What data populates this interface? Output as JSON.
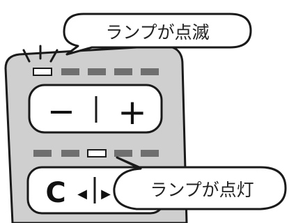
{
  "callouts": {
    "blinking": "ランプが点滅",
    "lit": "ランプが点灯"
  },
  "buttons": {
    "minus": "−",
    "plus": "+",
    "c": "C",
    "left_arrow": "◀",
    "right_arrow": "▶"
  },
  "colors": {
    "remote_body": "#cfcfcf",
    "lamp_off": "#6f6f6f",
    "lamp_on": "#ffffff",
    "outline": "#1a1a1a"
  },
  "lamps": {
    "top_row": [
      "on",
      "off",
      "off",
      "off",
      "off"
    ],
    "bottom_row": [
      "off",
      "off",
      "on",
      "off",
      "off"
    ]
  }
}
